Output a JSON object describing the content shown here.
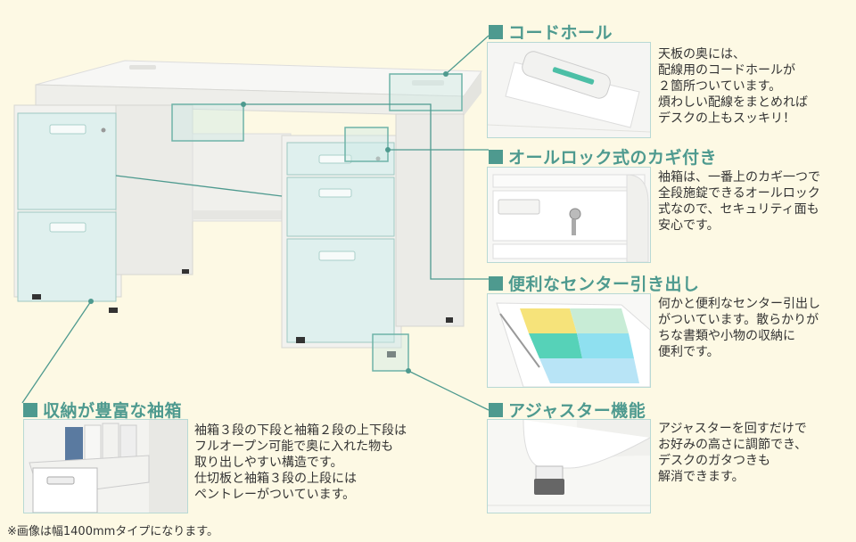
{
  "features": {
    "cord_hole": {
      "title": "コードホール",
      "desc": "天板の奥には、\n配線用のコードホールが\n２箇所ついています。\n煩わしい配線をまとめれば\nデスクの上もスッキリ！"
    },
    "all_lock": {
      "title": "オールロック式のカギ付き",
      "desc": "袖箱は、一番上のカギ一つで\n全段施錠できるオールロック\n式なので、セキュリティ面も\n安心です。"
    },
    "center_drawer": {
      "title": "便利なセンター引き出し",
      "desc": "何かと便利なセンター引出し\nがついています。散らかりが\nちな書類や小物の収納に\n便利です。"
    },
    "adjuster": {
      "title": "アジャスター機能",
      "desc": "アジャスターを回すだけで\nお好みの高さに調節でき、\nデスクのガタつきも\n解消できます。"
    },
    "storage": {
      "title": "収納が豊富な袖箱",
      "desc": "袖箱３段の下段と袖箱２段の上下段は\nフルオープン可能で奥に入れた物も\n取り出しやすい構造です。\n仕切板と袖箱３段の上段には\nペントレーがついています。"
    }
  },
  "footnote": "※画像は幅1400mmタイプになります。",
  "colors": {
    "accent": "#4e9a8f",
    "background": "#fdf9e4",
    "drawer_face": "#dff0ee",
    "desk_white": "#f4f4f1"
  }
}
